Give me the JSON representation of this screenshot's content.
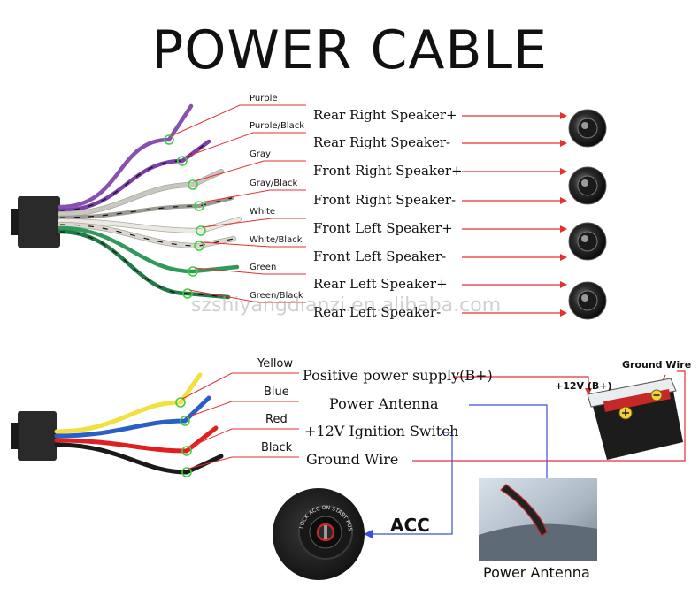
{
  "title": "POWER CABLE",
  "speaker_harness": [
    {
      "color_name": "Purple",
      "function": "Rear Right Speaker+",
      "wire_hex": "#8a50b0"
    },
    {
      "color_name": "Purple/Black",
      "function": "Rear Right Speaker-",
      "wire_hex": "#7a3fa8"
    },
    {
      "color_name": "Gray",
      "function": "Front Right Speaker+",
      "wire_hex": "#c8c8c0"
    },
    {
      "color_name": "Gray/Black",
      "function": "Front Right Speaker-",
      "wire_hex": "#9a9a92"
    },
    {
      "color_name": "White",
      "function": "Front Left Speaker+",
      "wire_hex": "#ece9e2"
    },
    {
      "color_name": "White/Black",
      "function": "Front Left Speaker-",
      "wire_hex": "#dcd8d0"
    },
    {
      "color_name": "Green",
      "function": "Rear Left Speaker+",
      "wire_hex": "#2f9a5c"
    },
    {
      "color_name": "Green/Black",
      "function": "Rear Left Speaker-",
      "wire_hex": "#237a48"
    }
  ],
  "power_harness": [
    {
      "color_name": "Yellow",
      "function": "Positive power supply(B+)",
      "wire_hex": "#f0e040"
    },
    {
      "color_name": "Blue",
      "function": "Power Antenna",
      "wire_hex": "#2b5fc8"
    },
    {
      "color_name": "Red",
      "function": "+12V Ignition Switch",
      "wire_hex": "#e02020"
    },
    {
      "color_name": "Black",
      "function": "Ground Wire",
      "wire_hex": "#1a1a1a"
    }
  ],
  "battery": {
    "label": "+12V  (B+)",
    "ground_label": "Ground Wire"
  },
  "acc_label": "ACC",
  "antenna_caption": "Power Antenna",
  "ignition_text": "LOCK  ACC  ON  START  PUSH",
  "watermark": "szshiyangdianzi.en.alibaba.com",
  "colors": {
    "arrow_red": "#e53030",
    "arrow_blue": "#3a4fd8",
    "joint_green": "#40d040",
    "connector": "#2a2a2a"
  }
}
